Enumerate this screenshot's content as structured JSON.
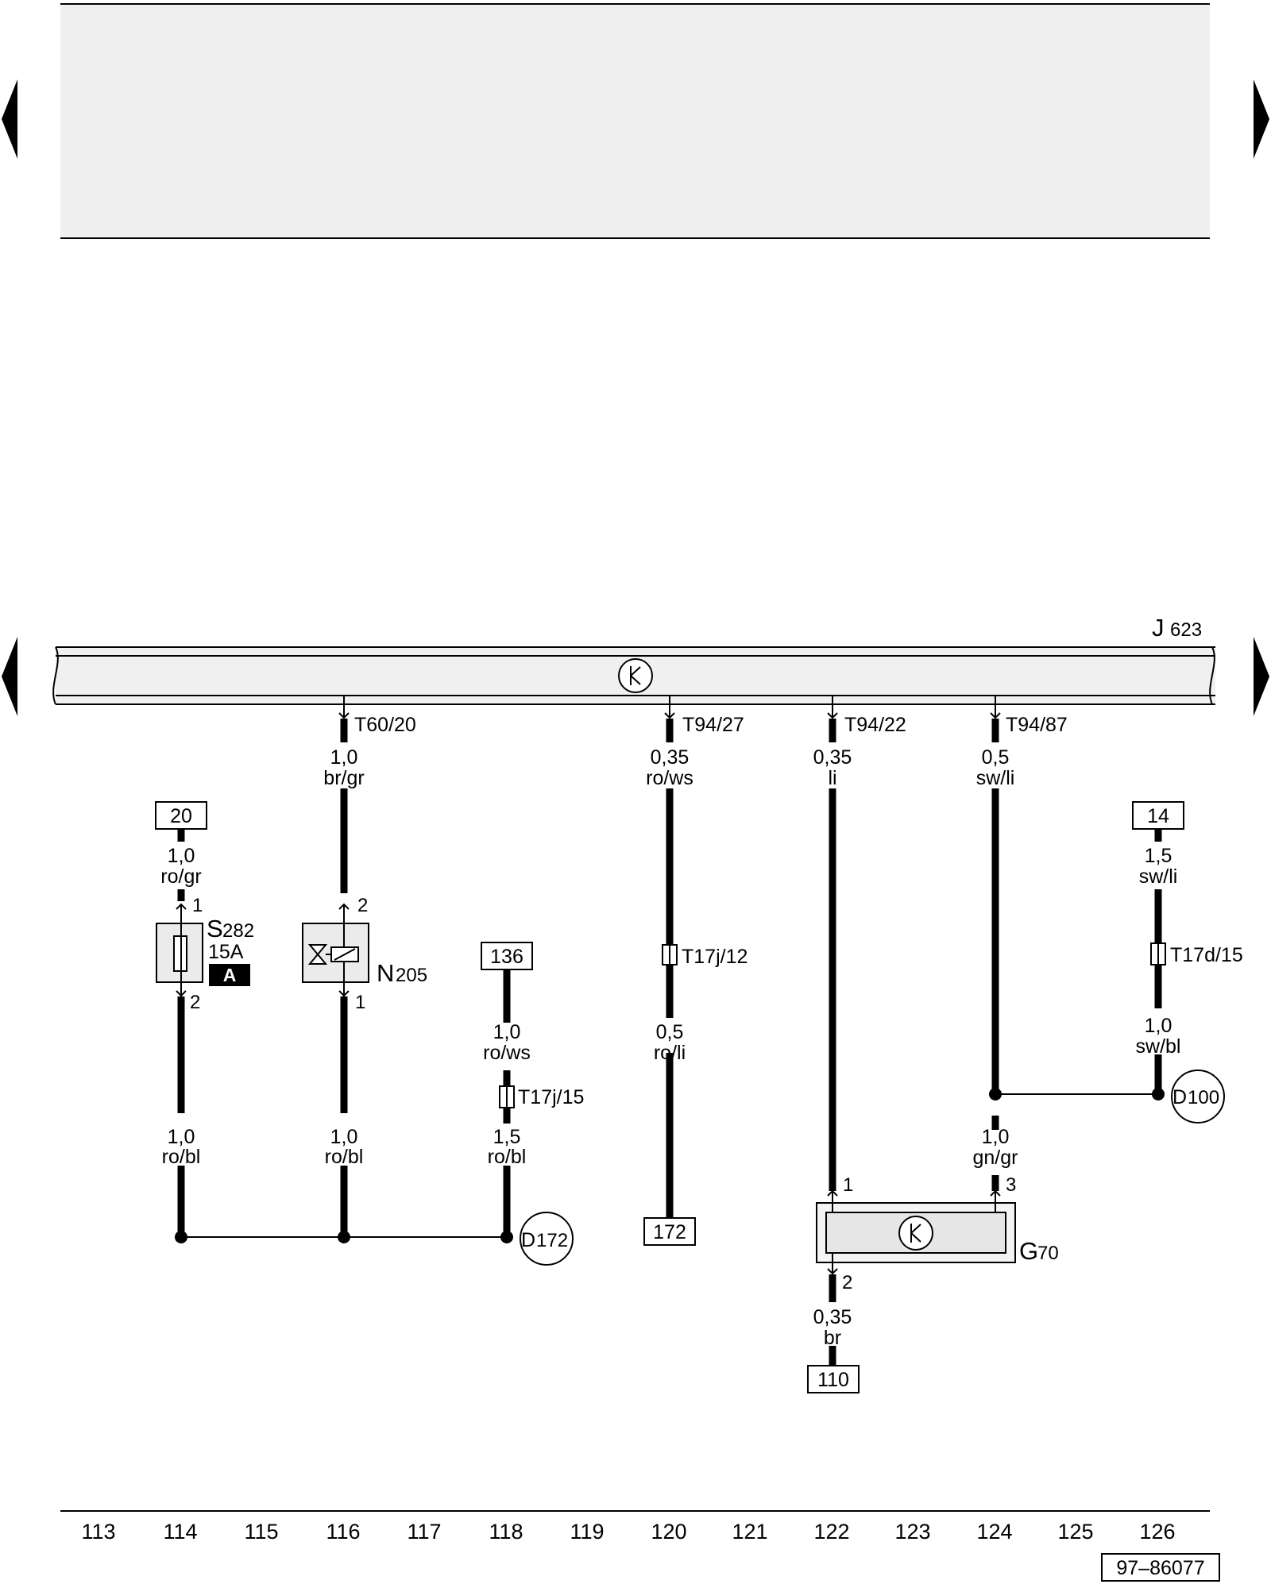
{
  "control_unit": {
    "letter": "J",
    "number": "623"
  },
  "connectors_top": [
    {
      "id": "T60/20",
      "gauge": "1,0",
      "color": "br/gr"
    },
    {
      "id": "T94/27",
      "gauge": "0,35",
      "color": "ro/ws"
    },
    {
      "id": "T94/22",
      "gauge": "0,35",
      "color": "li"
    },
    {
      "id": "T94/87",
      "gauge": "0,5",
      "color": "sw/li"
    }
  ],
  "fuse": {
    "letter": "S",
    "number": "282",
    "rating": "15A",
    "tag": "A",
    "ref": "20",
    "in_gauge": "1,0",
    "in_color": "ro/gr",
    "pin_in": "1",
    "pin_out": "2",
    "out_gauge": "1,0",
    "out_color": "ro/bl"
  },
  "valve": {
    "letter": "N",
    "number": "205",
    "pin_in": "2",
    "pin_out": "1",
    "out_gauge": "1,0",
    "out_color": "ro/bl"
  },
  "wire_136": {
    "ref": "136",
    "gauge": "1,0",
    "color": "ro/ws",
    "connector": "T17j/15",
    "out_gauge": "1,5",
    "out_color": "ro/bl"
  },
  "wire_172": {
    "connector": "T17j/12",
    "gauge": "0,5",
    "color": "ro/li",
    "ref": "172"
  },
  "sensor": {
    "letter": "G",
    "number": "70",
    "pin1": "1",
    "pin3": "3",
    "pin2": "2",
    "in_gauge": "1,0",
    "in_color": "gn/gr",
    "out_gauge": "0,35",
    "out_color": "br",
    "ref": "110"
  },
  "wire_14": {
    "ref": "14",
    "gauge": "1,5",
    "color": "sw/li",
    "connector": "T17d/15",
    "out_gauge": "1,0",
    "out_color": "sw/bl"
  },
  "junctions": [
    {
      "letter": "D",
      "number": "172"
    },
    {
      "letter": "D",
      "number": "100"
    }
  ],
  "columns": [
    "113",
    "114",
    "115",
    "116",
    "117",
    "118",
    "119",
    "120",
    "121",
    "122",
    "123",
    "124",
    "125",
    "126"
  ],
  "doc_id": "97–86077"
}
